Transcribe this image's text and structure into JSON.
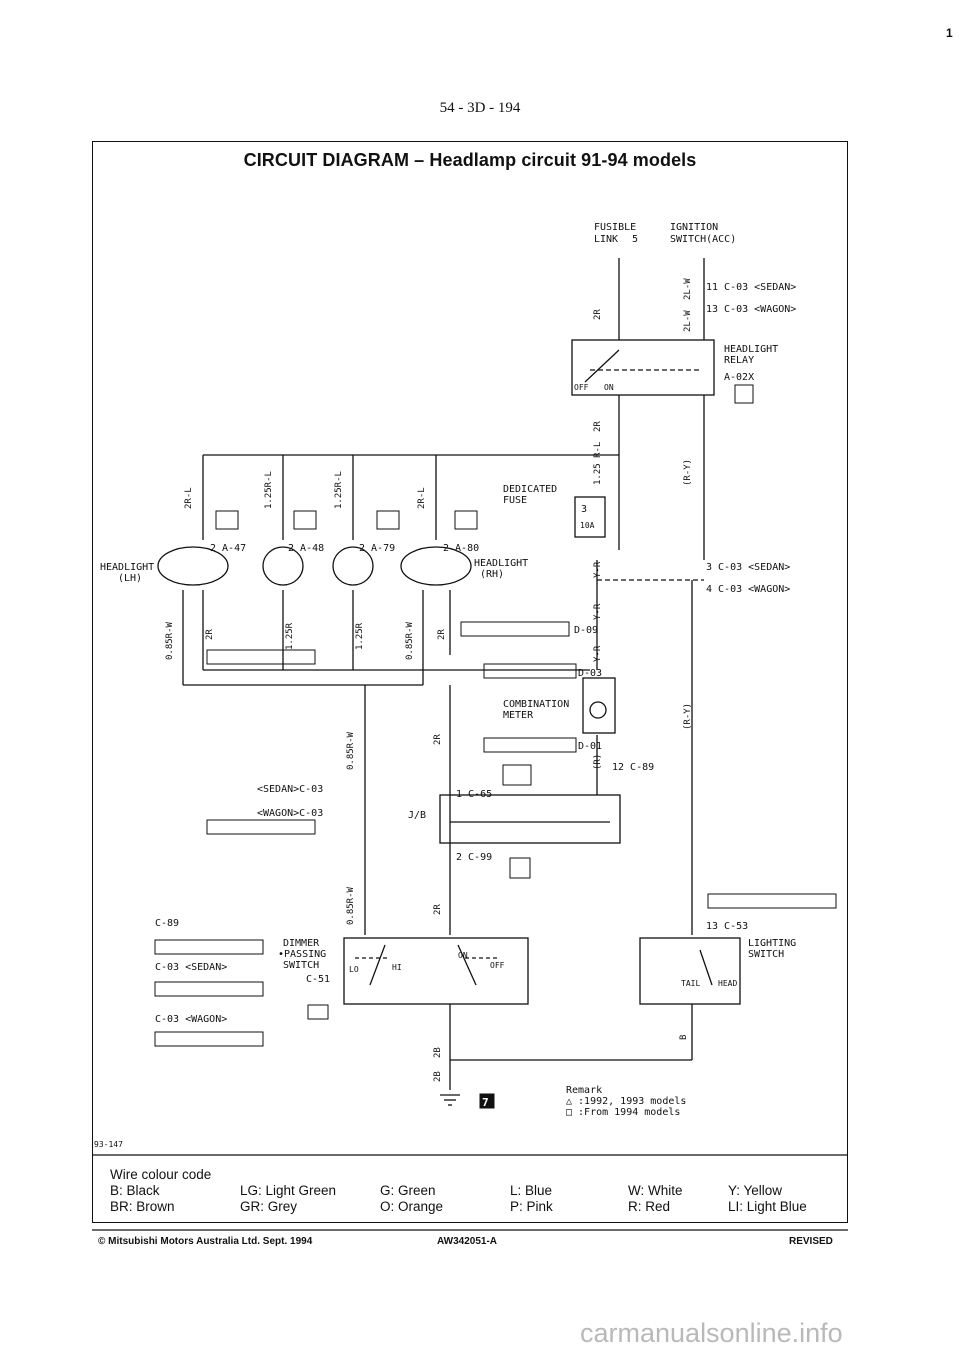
{
  "page_number": "54 - 3D - 194",
  "title": "CIRCUIT DIAGRAM – Headlamp circuit 91-94 models",
  "diagram_id": "93-147",
  "labels": {
    "fusible_link": "FUSIBLE",
    "fusible_link_2": "LINK",
    "fusible_num": "5",
    "ignition": "IGNITION",
    "ignition_2": "SWITCH(ACC)",
    "conn_c03_sedan_top": "11 C-03 <SEDAN>",
    "conn_c03_wagon_top": "13 C-03 <WAGON>",
    "relay": "HEADLIGHT",
    "relay_2": "RELAY",
    "relay_conn": "A-02X",
    "relay_off": "OFF",
    "relay_on": "ON",
    "dedicated_fuse": "DEDICATED",
    "dedicated_fuse_2": "FUSE",
    "fuse_num": "3",
    "fuse_amp": "10A",
    "headlight_lh": "HEADLIGHT",
    "headlight_lh_2": "(LH)",
    "headlight_rh": "HEADLIGHT",
    "headlight_rh_2": "(RH)",
    "conn_a47": "2 A-47",
    "conn_a48": "2 A-48",
    "conn_a79": "2 A-79",
    "conn_a80": "2 A-80",
    "conn_d09": "D-09",
    "conn_d03": "D-03",
    "conn_d01": "D-01",
    "combination_meter": "COMBINATION",
    "combination_meter_2": "METER",
    "conn_c03_sedan_mid": "3 C-03 <SEDAN>",
    "conn_c03_wagon_mid": "4 C-03 <WAGON>",
    "sedan_c03": "<SEDAN>C-03",
    "wagon_c03": "<WAGON>C-03",
    "c65": "1 C-65",
    "c89_right": "12 C-89",
    "jb": "J/B",
    "c99": "2 C-99",
    "c89_left": "C-89",
    "dimmer": "DIMMER",
    "dimmer_2": "•PASSING",
    "dimmer_3": "SWITCH",
    "c51": "C-51",
    "c03_sedan_left": "C-03 <SEDAN>",
    "c03_wagon_left": "C-03 <WAGON>",
    "c53": "13 C-53",
    "lighting": "LIGHTING",
    "lighting_2": "SWITCH",
    "sw_lo": "LO",
    "sw_hi": "HI",
    "sw_on": "ON",
    "sw_off": "OFF",
    "sw_tail": "TAIL",
    "sw_head": "HEAD",
    "remark": "Remark",
    "remark_1": "△ :1992, 1993 models",
    "remark_2": "□ :From 1994 models",
    "ground_mark": "7"
  },
  "wires": {
    "w_2r": "2R",
    "w_2l_w": "2L-W",
    "w_r_y": "(R-Y)",
    "w_y_r": "Y-R",
    "w_125_r_l": "1.25 R-L",
    "w_125r_l": "1.25R-L",
    "w_2r_l": "2R-L",
    "w_085r_w": "0.85R-W",
    "w_125r": "1.25R",
    "w_2b": "2B",
    "w_b": "B",
    "w_r": "(R)"
  },
  "legend": {
    "title": "Wire colour code",
    "rows": [
      [
        "B: Black",
        "LG: Light Green",
        "G: Green",
        "L: Blue",
        "W: White",
        "Y: Yellow"
      ],
      [
        "BR: Brown",
        "GR: Grey",
        "O: Orange",
        "P: Pink",
        "R: Red",
        "LI: Light Blue"
      ]
    ]
  },
  "footer": {
    "left": "© Mitsubishi Motors Australia Ltd. Sept. 1994",
    "center": "AW342051-A",
    "right": "REVISED"
  },
  "corner_mark": "1",
  "watermark": "carmanualsonline.info"
}
